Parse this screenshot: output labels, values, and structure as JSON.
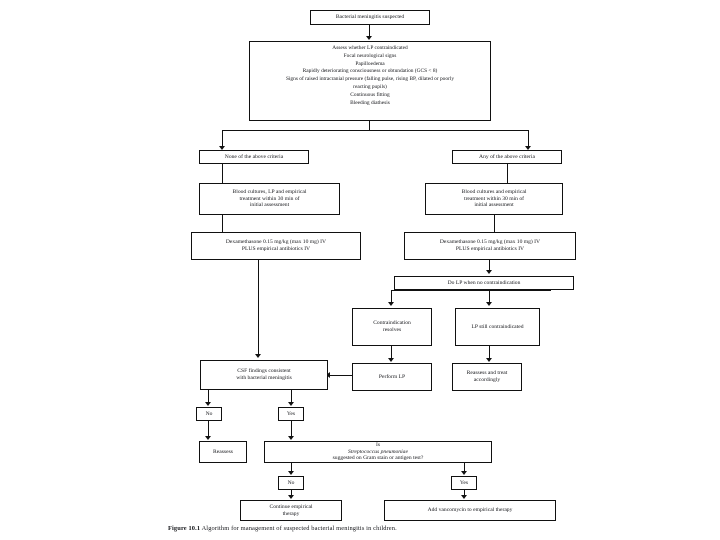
{
  "figure": {
    "number": "Figure 10.1",
    "caption": "Algorithm for management of suspected bacterial meningitis in children."
  },
  "nodes": {
    "start": "Bacterial meningitis suspected",
    "assess": {
      "line1": "Assess whether LP contraindicated",
      "line2": "Focal neurological signs",
      "line3": "Papilloedema",
      "line4": "Rapidly deteriorating consciousness or obtundation (GCS < 8)",
      "line5": "Signs of raised intracranial pressure (falling pulse, rising BP, dilated or poorly",
      "line6": "reacting pupils)",
      "line7": "Continuous fitting",
      "line8": "Bleeding diathesis"
    },
    "none_criteria": "None of the above criteria",
    "any_criteria": "Any of the above criteria",
    "left_cultures": "Blood cultures, LP and empirical\ntreatment within 30 min of\ninitial assessment",
    "right_cultures": "Blood cultures and empirical\ntreatment within 30 min of\ninitial assessment",
    "left_dexamethasone": "Dexamethasone 0.15 mg/kg (max 10 mg) IV\nPLUS empirical antibiotics IV",
    "right_dexamethasone": "Dexamethasone 0.15 mg/kg (max 10 mg) IV\nPLUS empirical antibiotics IV",
    "do_lp": "Do LP when no contraindication",
    "contraindication_resolves": "Contraindication\nresolves",
    "lp_still_contraindicated": "LP still contraindicated",
    "perform_lp": "Perform LP",
    "reassess_treat": "Reassess and treat\naccordingly",
    "csf_findings": "CSF findings consistent\nwith bacterial meningitis",
    "csf_no": "No",
    "csf_yes": "Yes",
    "reassess": "Reassess",
    "strep_question_pre": "Is ",
    "strep_question_italic": "Streptococcus pneumoniae",
    "strep_question_post": " suggested on Gram stain or antigen test?",
    "strep_no": "No",
    "strep_yes": "Yes",
    "continue_empirical": "Continue empirical\ntherapy",
    "add_vancomycin": "Add vancomycin to empirical therapy"
  },
  "colors": {
    "stroke": "#111111",
    "background": "#ffffff",
    "text": "#15161a"
  }
}
